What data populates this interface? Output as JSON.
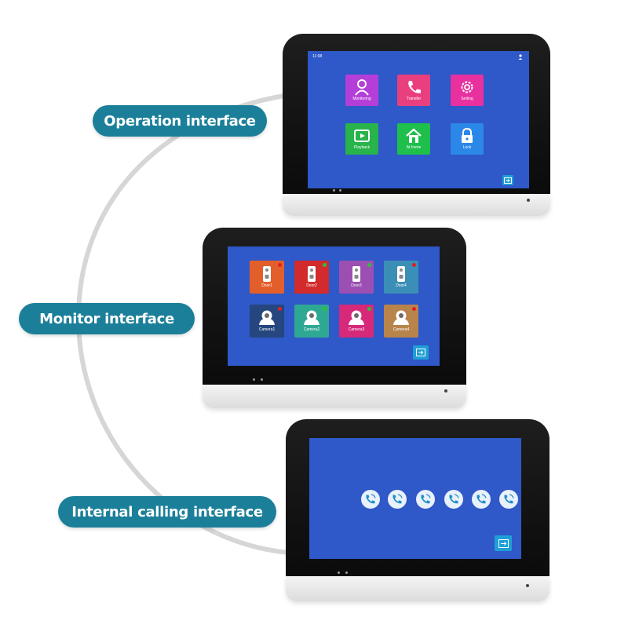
{
  "labels": {
    "operation": "Operation interface",
    "monitor": "Monitor interface",
    "internal": "Internal calling interface"
  },
  "colors": {
    "label_bg": "#1b7f9a",
    "screen_bg": "#2f58c8",
    "arc": "#d6d6d6",
    "corner_button": "#1e9fd6"
  },
  "operation_screen": {
    "time": "11:08",
    "status_icon": "person-icon",
    "tiles": [
      {
        "label": "Monitoring",
        "icon": "person-icon",
        "color": "#b43fd8"
      },
      {
        "label": "Transfer",
        "icon": "phone-icon",
        "color": "#ea3f7f"
      },
      {
        "label": "Setting",
        "icon": "gear-icon",
        "color": "#e8309f"
      },
      {
        "label": "Playback",
        "icon": "play-icon",
        "color": "#28b34b"
      },
      {
        "label": "At home",
        "icon": "home-icon",
        "color": "#1fbf4c"
      },
      {
        "label": "Lock",
        "icon": "lock-icon",
        "color": "#2c88e8"
      }
    ],
    "corner_icon": "exit-icon"
  },
  "monitor_screen": {
    "tiles": [
      {
        "label": "Door1",
        "icon": "doorbell-icon",
        "color": "#e35f2a",
        "status": "#e02020"
      },
      {
        "label": "Door2",
        "icon": "doorbell-icon",
        "color": "#d32b2b",
        "status": "#29c23a"
      },
      {
        "label": "Door3",
        "icon": "doorbell-icon",
        "color": "#9b4fb2",
        "status": "#29c23a"
      },
      {
        "label": "Door4",
        "icon": "doorbell-icon",
        "color": "#3b8fb6",
        "status": "#e02020"
      },
      {
        "label": "Camera1",
        "icon": "camera-icon",
        "color": "#25467f",
        "status": "#e02020"
      },
      {
        "label": "Camera2",
        "icon": "camera-icon",
        "color": "#2fa893",
        "status": "#29c23a"
      },
      {
        "label": "Camera3",
        "icon": "camera-icon",
        "color": "#d6297a",
        "status": "#29c23a"
      },
      {
        "label": "Camera4",
        "icon": "camera-icon",
        "color": "#b8844c",
        "status": "#e02020"
      }
    ],
    "corner_icon": "exit-icon"
  },
  "internal_screen": {
    "calls": [
      {
        "icon": "call-icon"
      },
      {
        "icon": "call-icon"
      },
      {
        "icon": "call-icon"
      },
      {
        "icon": "call-icon"
      },
      {
        "icon": "call-icon"
      },
      {
        "icon": "call-icon"
      }
    ],
    "corner_icon": "exit-icon"
  }
}
